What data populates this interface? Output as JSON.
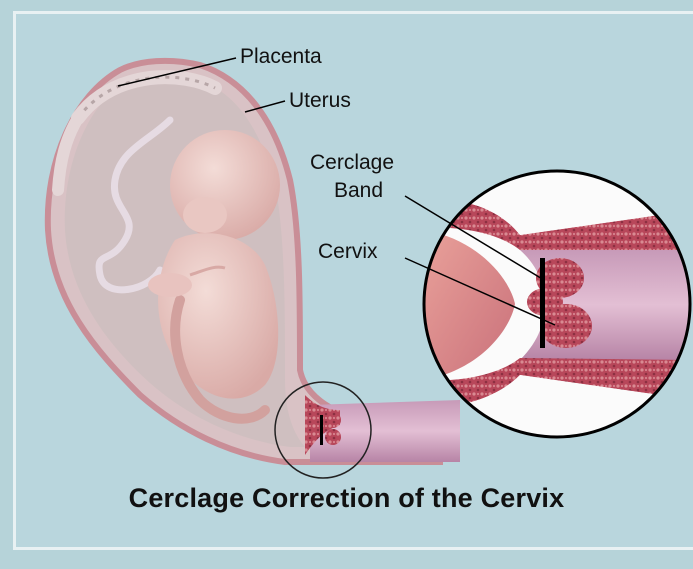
{
  "labels": {
    "placenta": "Placenta",
    "uterus": "Uterus",
    "cerclage_band_line1": "Cerclage",
    "cerclage_band_line2": "Band",
    "cervix": "Cervix"
  },
  "caption": "Cerclage Correction of the Cervix",
  "colors": {
    "background": "#b9d6dd",
    "tissue": "#b9475a",
    "fetus": "#e9c7c2",
    "band": "#000000"
  }
}
